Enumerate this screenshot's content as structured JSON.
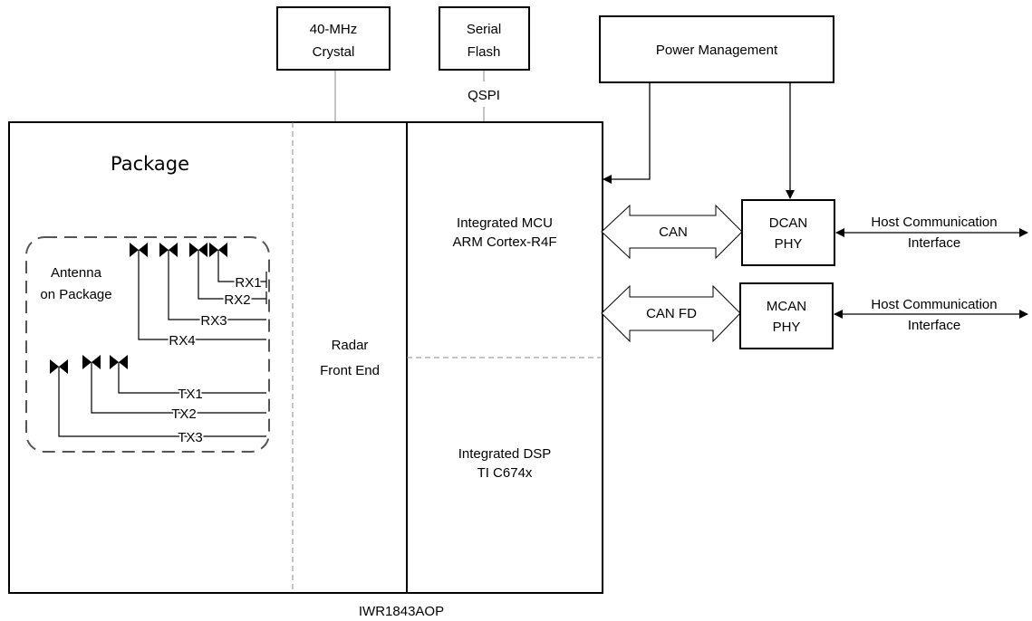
{
  "blocks": {
    "crystal": [
      "40-MHz",
      "Crystal"
    ],
    "flash": [
      "Serial",
      "Flash"
    ],
    "power": "Power Management",
    "dcan": [
      "DCAN",
      "PHY"
    ],
    "mcan": [
      "MCAN",
      "PHY"
    ],
    "mcu": [
      "Integrated MCU",
      "ARM Cortex-R4F"
    ],
    "dsp": [
      "Integrated DSP",
      "TI C674x"
    ],
    "rfe": [
      "Radar",
      "Front End"
    ]
  },
  "package_title": "Package",
  "antenna_label": [
    "Antenna",
    "on Package"
  ],
  "rx_labels": [
    "RX1",
    "RX2",
    "RX3",
    "RX4"
  ],
  "tx_labels": [
    "TX1",
    "TX2",
    "TX3"
  ],
  "bus": {
    "qspi": "QSPI",
    "can": "CAN",
    "can_fd": "CAN FD"
  },
  "host_interface": [
    "Host Communication",
    "Interface"
  ],
  "chip_name": "IWR1843AOP"
}
